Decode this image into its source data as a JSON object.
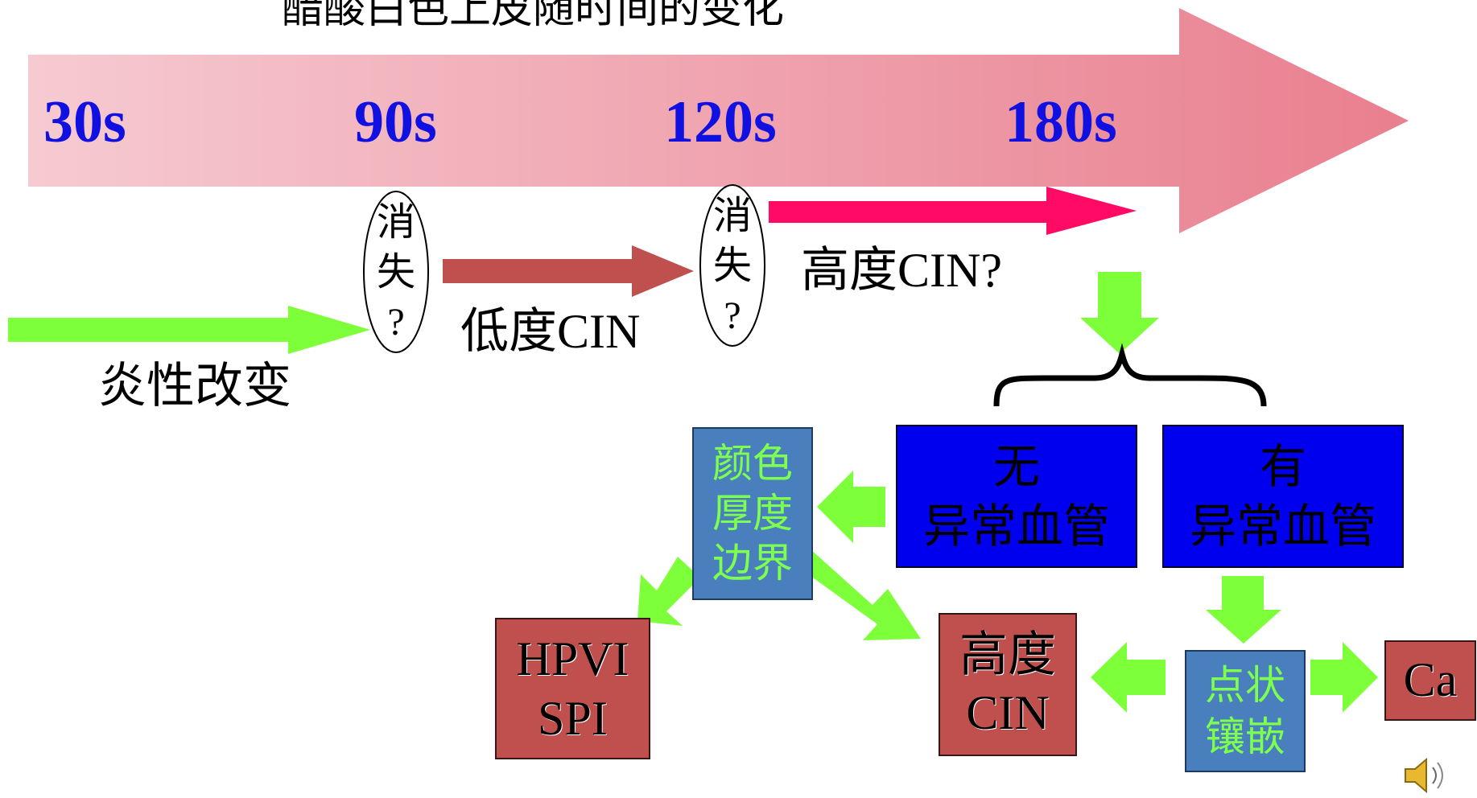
{
  "title": "醋酸白色上皮随时间的变化",
  "timeline": {
    "times": [
      "30s",
      "90s",
      "120s",
      "180s"
    ],
    "gradient_colors": [
      "#f6cad1",
      "#e97f8f"
    ],
    "time_color": "#1010e0"
  },
  "stages": {
    "inflammation_label": "炎性改变",
    "low_cin_label": "低度CIN",
    "high_cin_label": "高度CIN?",
    "oval_1": [
      "消",
      "失",
      "?"
    ],
    "oval_2": [
      "消",
      "失",
      "?"
    ]
  },
  "boxes": {
    "no_vessels": [
      "无",
      "异常血管"
    ],
    "has_vessels": [
      "有",
      "异常血管"
    ],
    "color_thickness": [
      "颜色",
      "厚度",
      "边界"
    ],
    "punctation_mosaic": [
      "点状",
      "镶嵌"
    ],
    "hpvi_spi": [
      "HPVI",
      "SPI"
    ],
    "high_cin": [
      "高度",
      "CIN"
    ],
    "ca": "Ca"
  },
  "colors": {
    "green_arrow": "#7dff3a",
    "dark_red_arrow": "#c0504d",
    "pink_arrow": "#ff0a64",
    "blue_box": "#0000ee",
    "steel_box": "#4a7fbd",
    "red_box": "#c0504d"
  },
  "icons": {
    "speaker": "speaker-icon"
  }
}
